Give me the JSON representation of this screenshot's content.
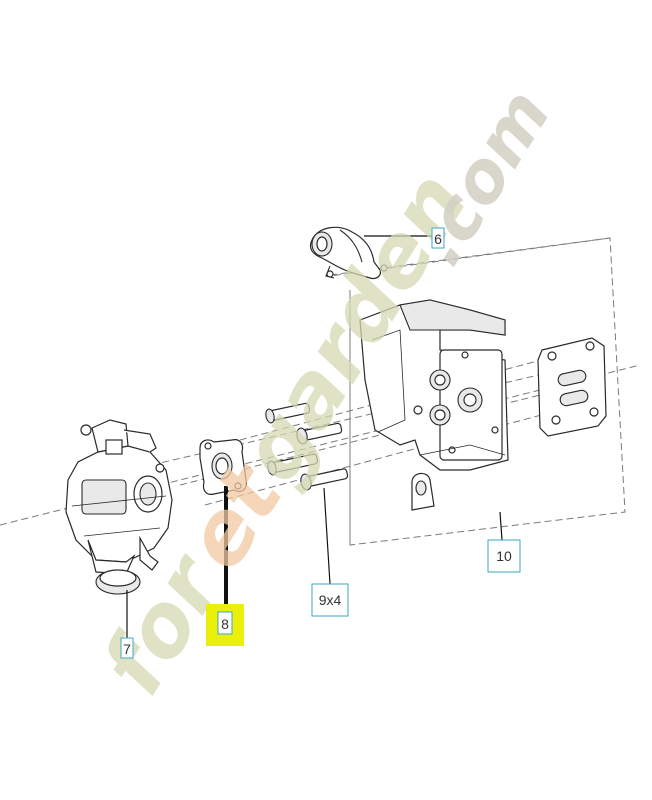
{
  "callouts": [
    {
      "id": "6",
      "label": "6",
      "part": "intake-elbow"
    },
    {
      "id": "7",
      "label": "7",
      "part": "carburetor"
    },
    {
      "id": "8",
      "label": "8",
      "part": "carburetor-gasket",
      "highlighted": true
    },
    {
      "id": "9",
      "label": "9x4",
      "part": "bolts-and-spacers"
    },
    {
      "id": "10",
      "label": "10",
      "part": "intake-manifold-assembly"
    }
  ],
  "watermark": {
    "text": "foretgarden.com",
    "main_color": "#d6d9b4",
    "accent_color": "#f2c9a2",
    "dotcom_color": "#d3d0c4"
  },
  "colors": {
    "callout_box_border": "#39a9c6",
    "highlight_fill": "#ebf00a",
    "leader_line": "#111111",
    "part_stroke": "#2a2a2a"
  },
  "icons": {
    "intake-elbow": "intake-elbow-icon",
    "carburetor": "carburetor-icon",
    "gasket": "gasket-icon",
    "manifold": "manifold-icon",
    "bolt": "bolt-icon"
  }
}
